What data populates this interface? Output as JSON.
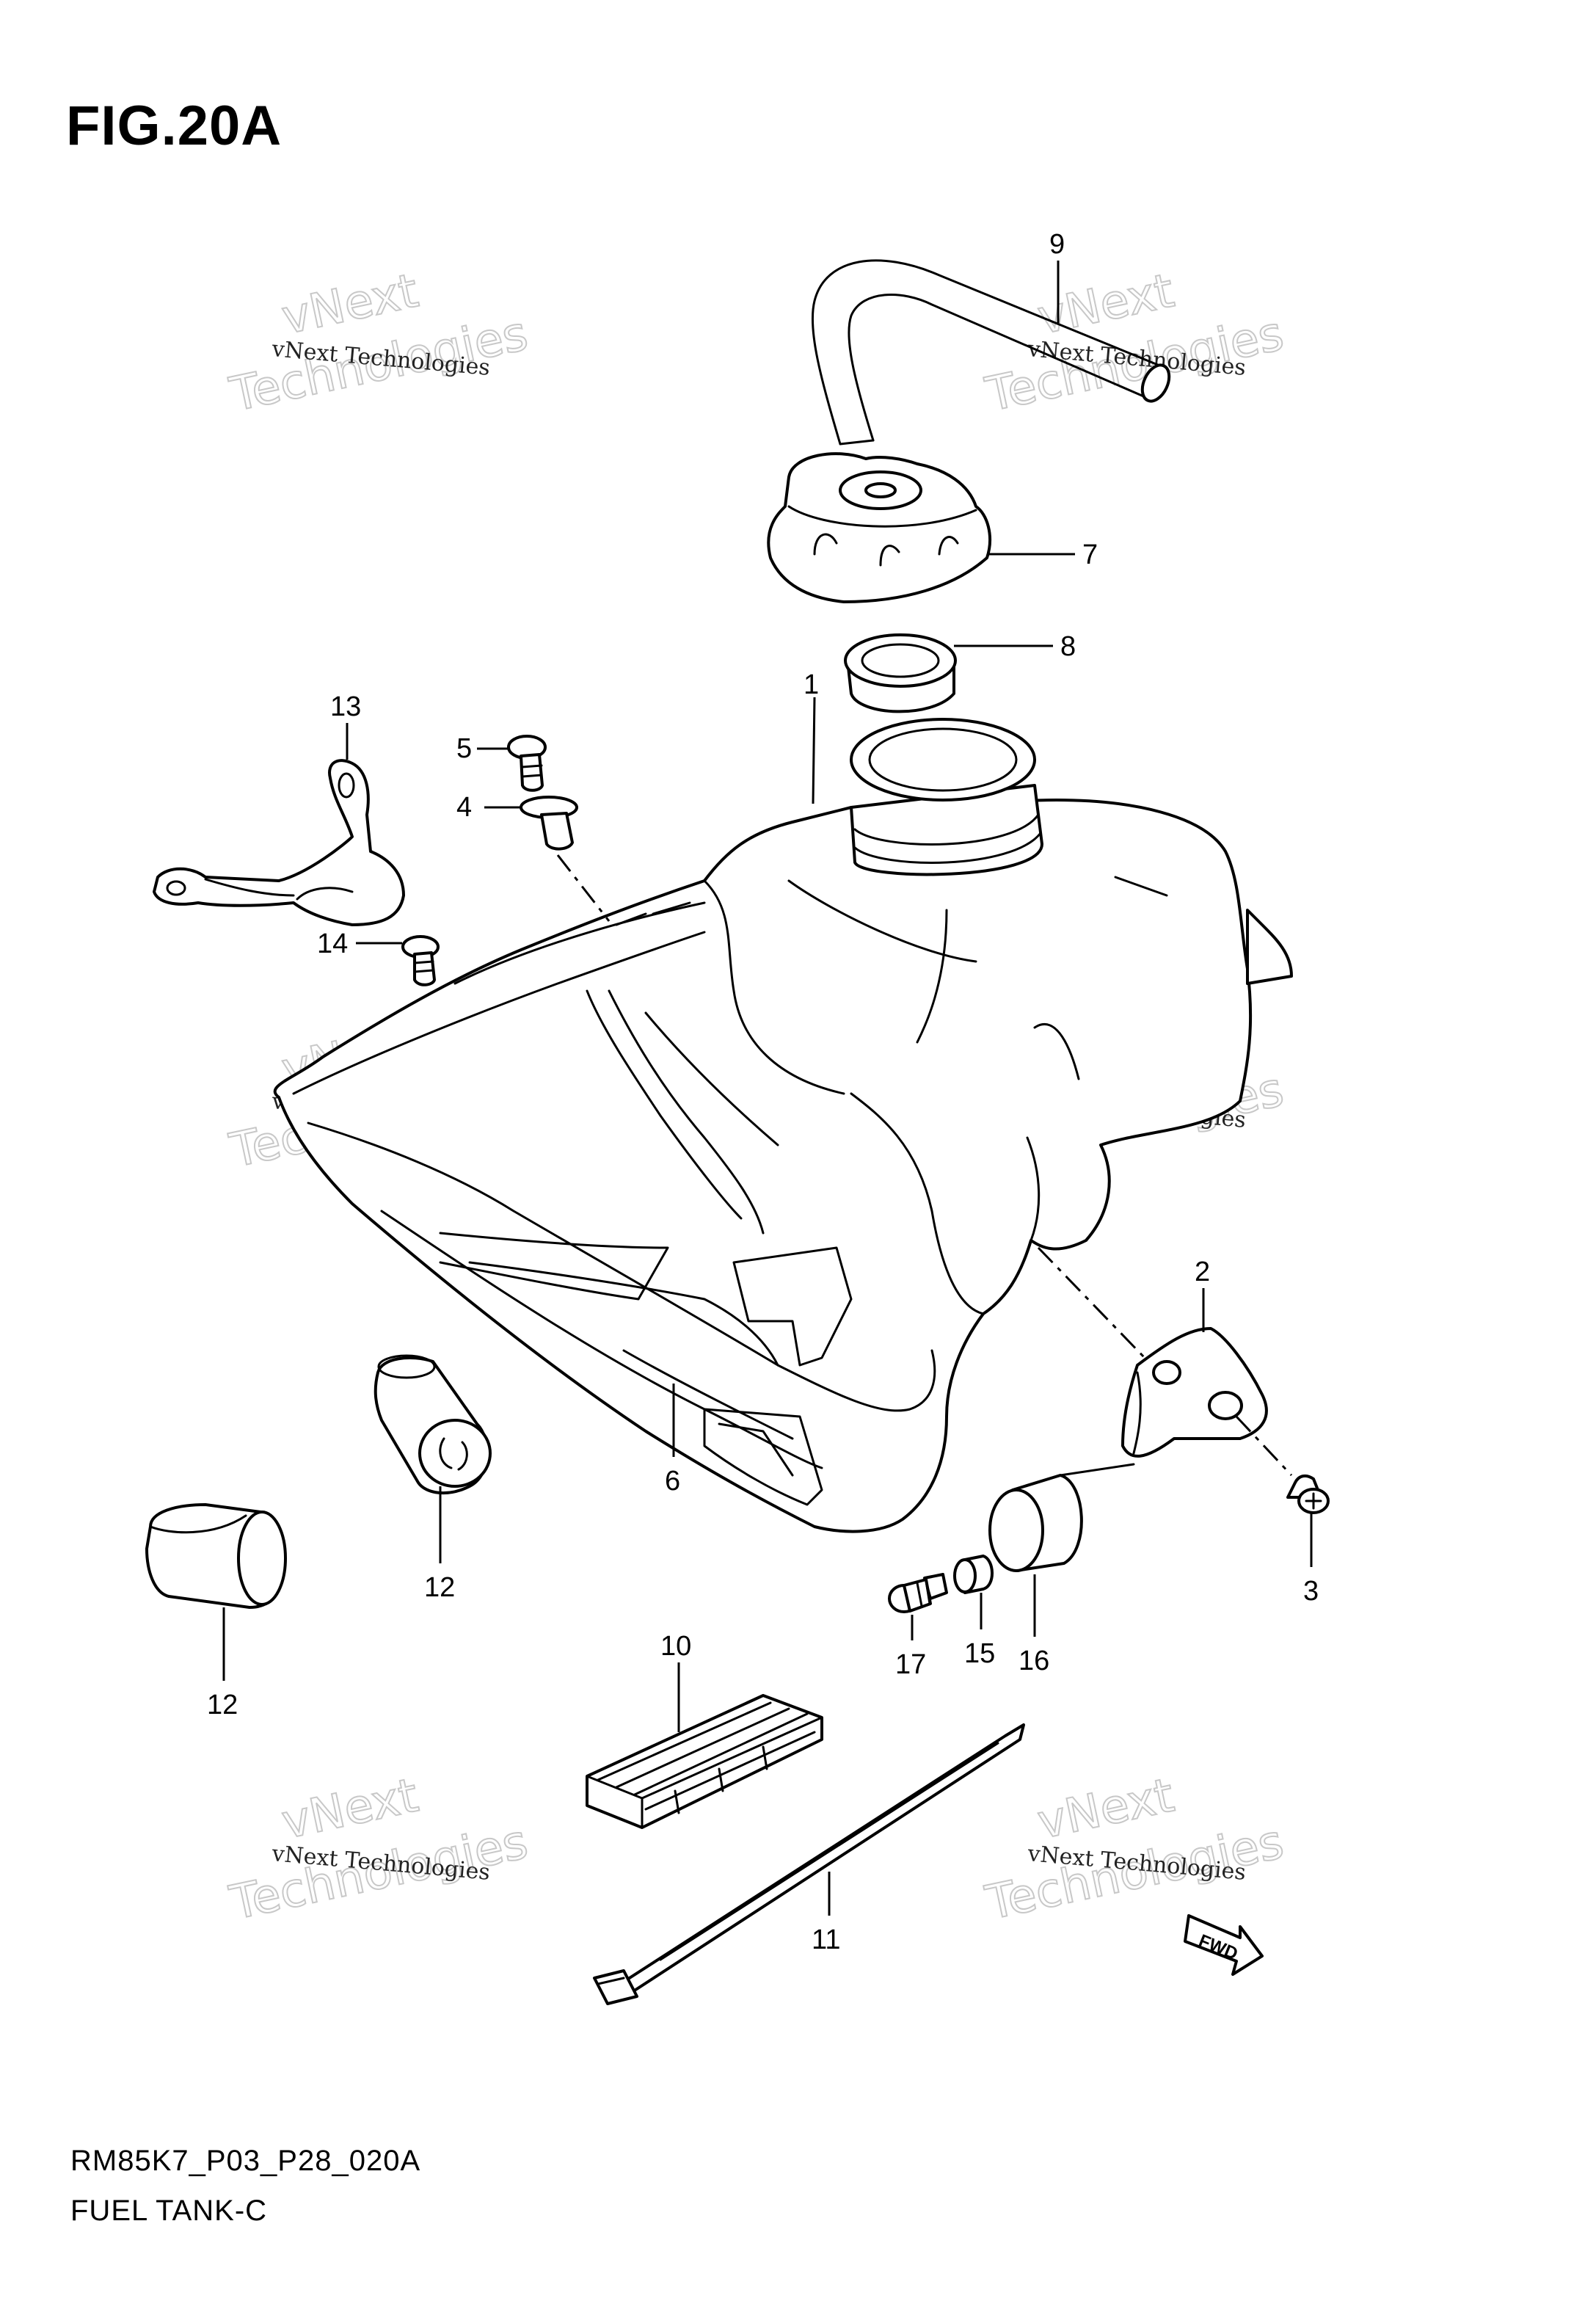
{
  "figure": {
    "title": "FIG.20A",
    "model_code": "RM85K7_P03_P28_020A",
    "section_name": "FUEL TANK-C"
  },
  "watermark": {
    "small_text": "vNext Technologies",
    "big_line_1": "vNext",
    "big_line_2": "Technologies"
  },
  "fwd_label": "FWD",
  "callouts": [
    {
      "id": "1",
      "label": "1"
    },
    {
      "id": "2",
      "label": "2"
    },
    {
      "id": "3",
      "label": "3"
    },
    {
      "id": "4",
      "label": "4"
    },
    {
      "id": "5",
      "label": "5"
    },
    {
      "id": "6",
      "label": "6"
    },
    {
      "id": "7",
      "label": "7"
    },
    {
      "id": "8",
      "label": "8"
    },
    {
      "id": "9",
      "label": "9"
    },
    {
      "id": "10",
      "label": "10"
    },
    {
      "id": "11",
      "label": "11"
    },
    {
      "id": "12a",
      "label": "12"
    },
    {
      "id": "12b",
      "label": "12"
    },
    {
      "id": "13",
      "label": "13"
    },
    {
      "id": "14",
      "label": "14"
    },
    {
      "id": "15",
      "label": "15"
    },
    {
      "id": "16",
      "label": "16"
    },
    {
      "id": "17",
      "label": "17"
    }
  ]
}
